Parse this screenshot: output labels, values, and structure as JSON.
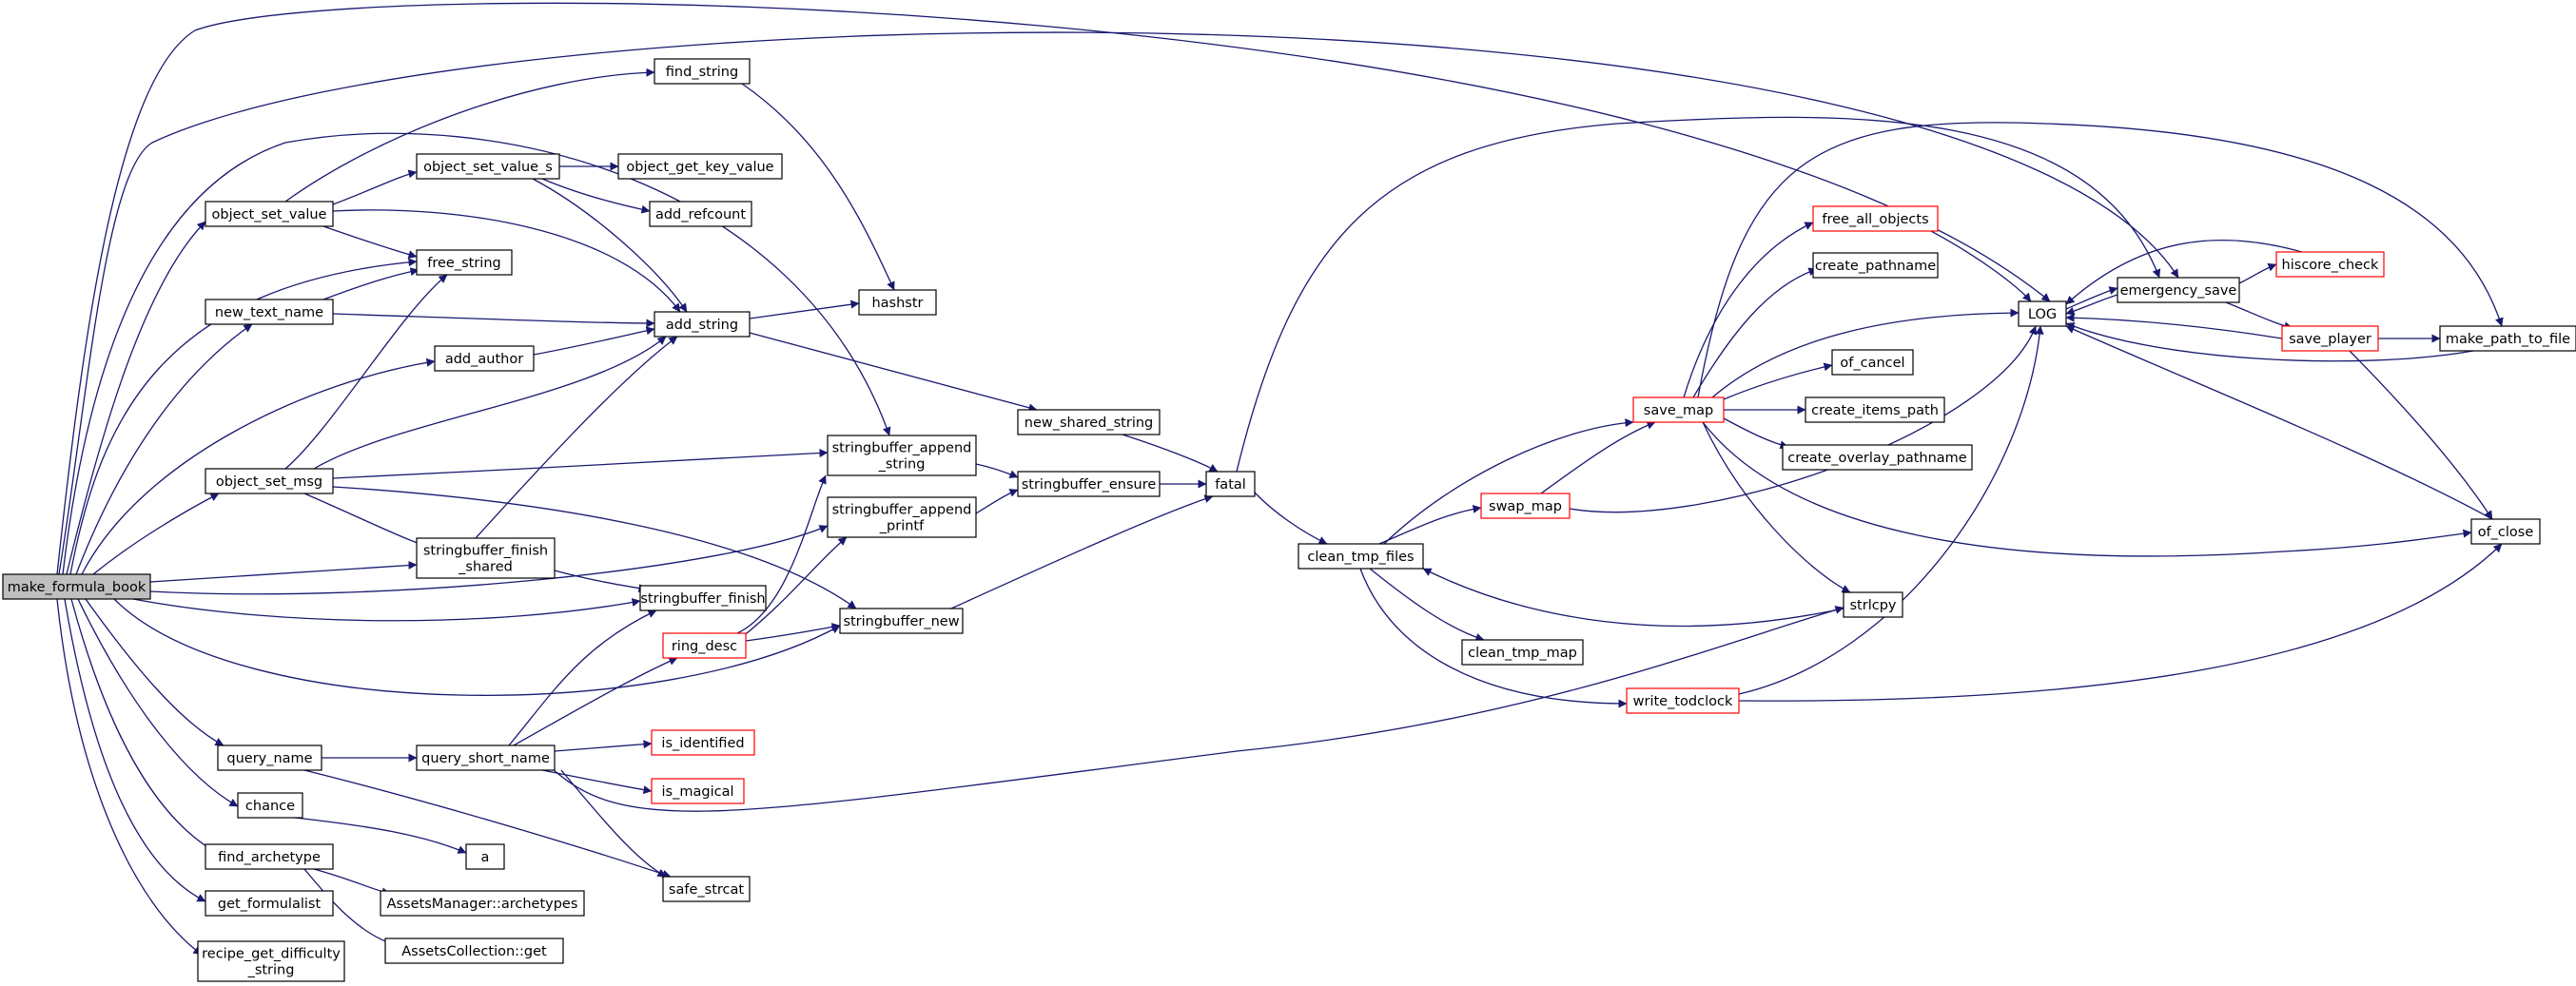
{
  "graph": {
    "colors": {
      "edge": "#191970",
      "node_border": "#000000",
      "truncated_border": "#ff0000",
      "root_fill": "#bfbfbf",
      "node_fill": "#ffffff",
      "text": "#000000"
    },
    "nodes": [
      {
        "id": "make_formula_book",
        "lines": [
          "make_formula_book"
        ],
        "root": true
      },
      {
        "id": "object_set_value",
        "lines": [
          "object_set_value"
        ]
      },
      {
        "id": "find_string",
        "lines": [
          "find_string"
        ]
      },
      {
        "id": "object_set_value_s",
        "lines": [
          "object_set_value_s"
        ]
      },
      {
        "id": "object_get_key_value",
        "lines": [
          "object_get_key_value"
        ]
      },
      {
        "id": "add_refcount",
        "lines": [
          "add_refcount"
        ]
      },
      {
        "id": "free_string",
        "lines": [
          "free_string"
        ]
      },
      {
        "id": "new_text_name",
        "lines": [
          "new_text_name"
        ]
      },
      {
        "id": "add_string",
        "lines": [
          "add_string"
        ]
      },
      {
        "id": "hashstr",
        "lines": [
          "hashstr"
        ]
      },
      {
        "id": "add_author",
        "lines": [
          "add_author"
        ]
      },
      {
        "id": "new_shared_string",
        "lines": [
          "new_shared_string"
        ]
      },
      {
        "id": "object_set_msg",
        "lines": [
          "object_set_msg"
        ]
      },
      {
        "id": "stringbuffer_append_string",
        "lines": [
          "stringbuffer_append",
          "_string"
        ]
      },
      {
        "id": "stringbuffer_ensure",
        "lines": [
          "stringbuffer_ensure"
        ]
      },
      {
        "id": "fatal",
        "lines": [
          "fatal"
        ]
      },
      {
        "id": "stringbuffer_append_printf",
        "lines": [
          "stringbuffer_append",
          "_printf"
        ]
      },
      {
        "id": "stringbuffer_finish_shared",
        "lines": [
          "stringbuffer_finish",
          "_shared"
        ]
      },
      {
        "id": "stringbuffer_finish",
        "lines": [
          "stringbuffer_finish"
        ]
      },
      {
        "id": "ring_desc",
        "lines": [
          "ring_desc"
        ],
        "truncated": true
      },
      {
        "id": "stringbuffer_new",
        "lines": [
          "stringbuffer_new"
        ]
      },
      {
        "id": "query_name",
        "lines": [
          "query_name"
        ]
      },
      {
        "id": "query_short_name",
        "lines": [
          "query_short_name"
        ]
      },
      {
        "id": "is_identified",
        "lines": [
          "is_identified"
        ],
        "truncated": true
      },
      {
        "id": "is_magical",
        "lines": [
          "is_magical"
        ],
        "truncated": true
      },
      {
        "id": "chance",
        "lines": [
          "chance"
        ]
      },
      {
        "id": "a",
        "lines": [
          "a"
        ]
      },
      {
        "id": "find_archetype",
        "lines": [
          "find_archetype"
        ]
      },
      {
        "id": "assets_manager_archetypes",
        "lines": [
          "AssetsManager::archetypes"
        ]
      },
      {
        "id": "get_formulalist",
        "lines": [
          "get_formulalist"
        ]
      },
      {
        "id": "safe_strcat",
        "lines": [
          "safe_strcat"
        ]
      },
      {
        "id": "assets_collection_get",
        "lines": [
          "AssetsCollection::get"
        ]
      },
      {
        "id": "recipe_get_difficulty_string",
        "lines": [
          "recipe_get_difficulty",
          "_string"
        ]
      },
      {
        "id": "clean_tmp_files",
        "lines": [
          "clean_tmp_files"
        ]
      },
      {
        "id": "swap_map",
        "lines": [
          "swap_map"
        ],
        "truncated": true
      },
      {
        "id": "clean_tmp_map",
        "lines": [
          "clean_tmp_map"
        ]
      },
      {
        "id": "write_todclock",
        "lines": [
          "write_todclock"
        ],
        "truncated": true
      },
      {
        "id": "save_map",
        "lines": [
          "save_map"
        ],
        "truncated": true
      },
      {
        "id": "free_all_objects",
        "lines": [
          "free_all_objects"
        ],
        "truncated": true
      },
      {
        "id": "create_pathname",
        "lines": [
          "create_pathname"
        ]
      },
      {
        "id": "of_cancel",
        "lines": [
          "of_cancel"
        ]
      },
      {
        "id": "create_items_path",
        "lines": [
          "create_items_path"
        ]
      },
      {
        "id": "create_overlay_pathname",
        "lines": [
          "create_overlay_pathname"
        ]
      },
      {
        "id": "strlcpy",
        "lines": [
          "strlcpy"
        ]
      },
      {
        "id": "log",
        "lines": [
          "LOG"
        ]
      },
      {
        "id": "emergency_save",
        "lines": [
          "emergency_save"
        ]
      },
      {
        "id": "hiscore_check",
        "lines": [
          "hiscore_check"
        ],
        "truncated": true
      },
      {
        "id": "save_player",
        "lines": [
          "save_player"
        ],
        "truncated": true
      },
      {
        "id": "make_path_to_file",
        "lines": [
          "make_path_to_file"
        ]
      },
      {
        "id": "of_close",
        "lines": [
          "of_close"
        ]
      }
    ]
  }
}
